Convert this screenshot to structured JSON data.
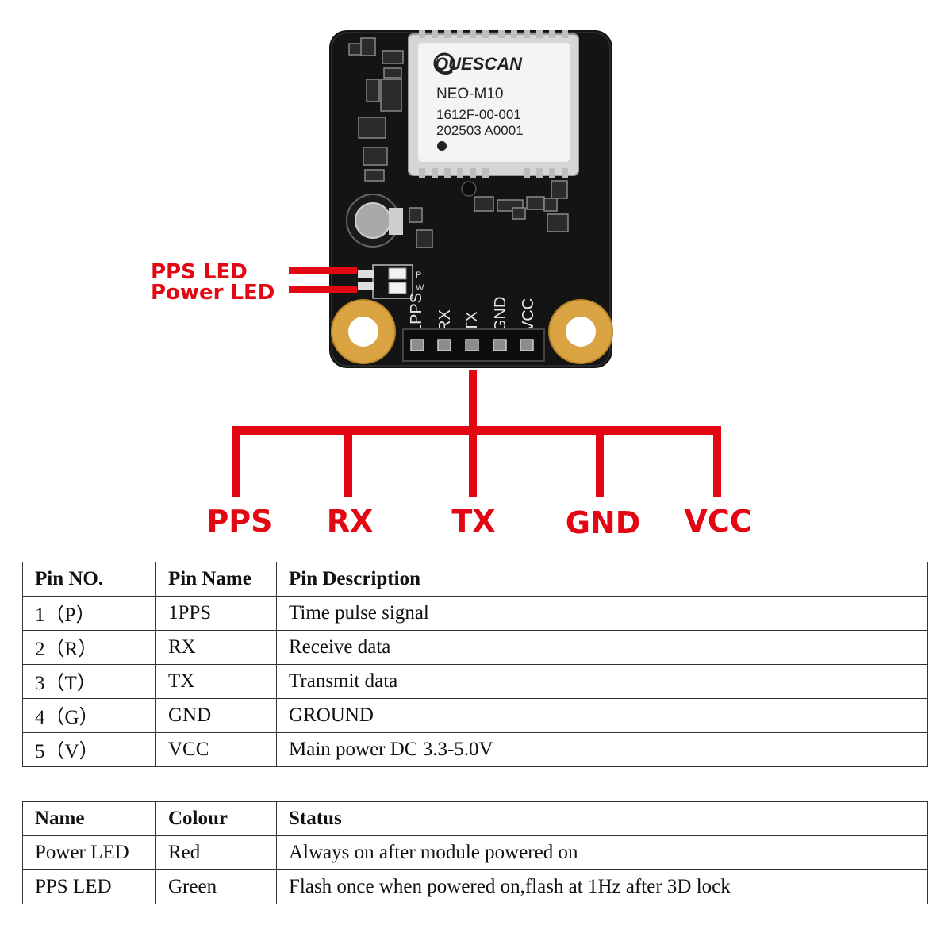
{
  "module": {
    "brand": "QUESCAN",
    "model": "NEO-M10",
    "part_no": "1612F-00-001",
    "lot_no": "202503 A0001"
  },
  "silkscreen": {
    "pins": [
      "1PPS",
      "RX",
      "TX",
      "GND",
      "VCC"
    ],
    "led_marks": [
      "P",
      "W"
    ]
  },
  "callouts": {
    "pps_led": "PPS LED",
    "power_led": "Power LED"
  },
  "pin_labels": [
    "PPS",
    "RX",
    "TX",
    "GND",
    "VCC"
  ],
  "colors": {
    "callout_red": "#e30613",
    "board_black": "#141414",
    "shield_silver": "#dcdcdc",
    "pad_gold": "#d9a441"
  },
  "pin_table": {
    "headers": [
      "Pin NO.",
      "Pin Name",
      "Pin Description"
    ],
    "rows": [
      [
        "1（P）",
        "1PPS",
        "Time pulse signal"
      ],
      [
        "2（R）",
        "RX",
        "Receive data"
      ],
      [
        "3（T）",
        "TX",
        "Transmit data"
      ],
      [
        "4（G）",
        "GND",
        "GROUND"
      ],
      [
        "5（V）",
        "VCC",
        "Main power DC 3.3-5.0V"
      ]
    ]
  },
  "led_table": {
    "headers": [
      "Name",
      "Colour",
      "Status"
    ],
    "rows": [
      [
        "Power LED",
        "Red",
        "Always on after module powered on"
      ],
      [
        "PPS LED",
        "Green",
        "Flash once when powered on,flash at 1Hz after 3D lock"
      ]
    ]
  }
}
